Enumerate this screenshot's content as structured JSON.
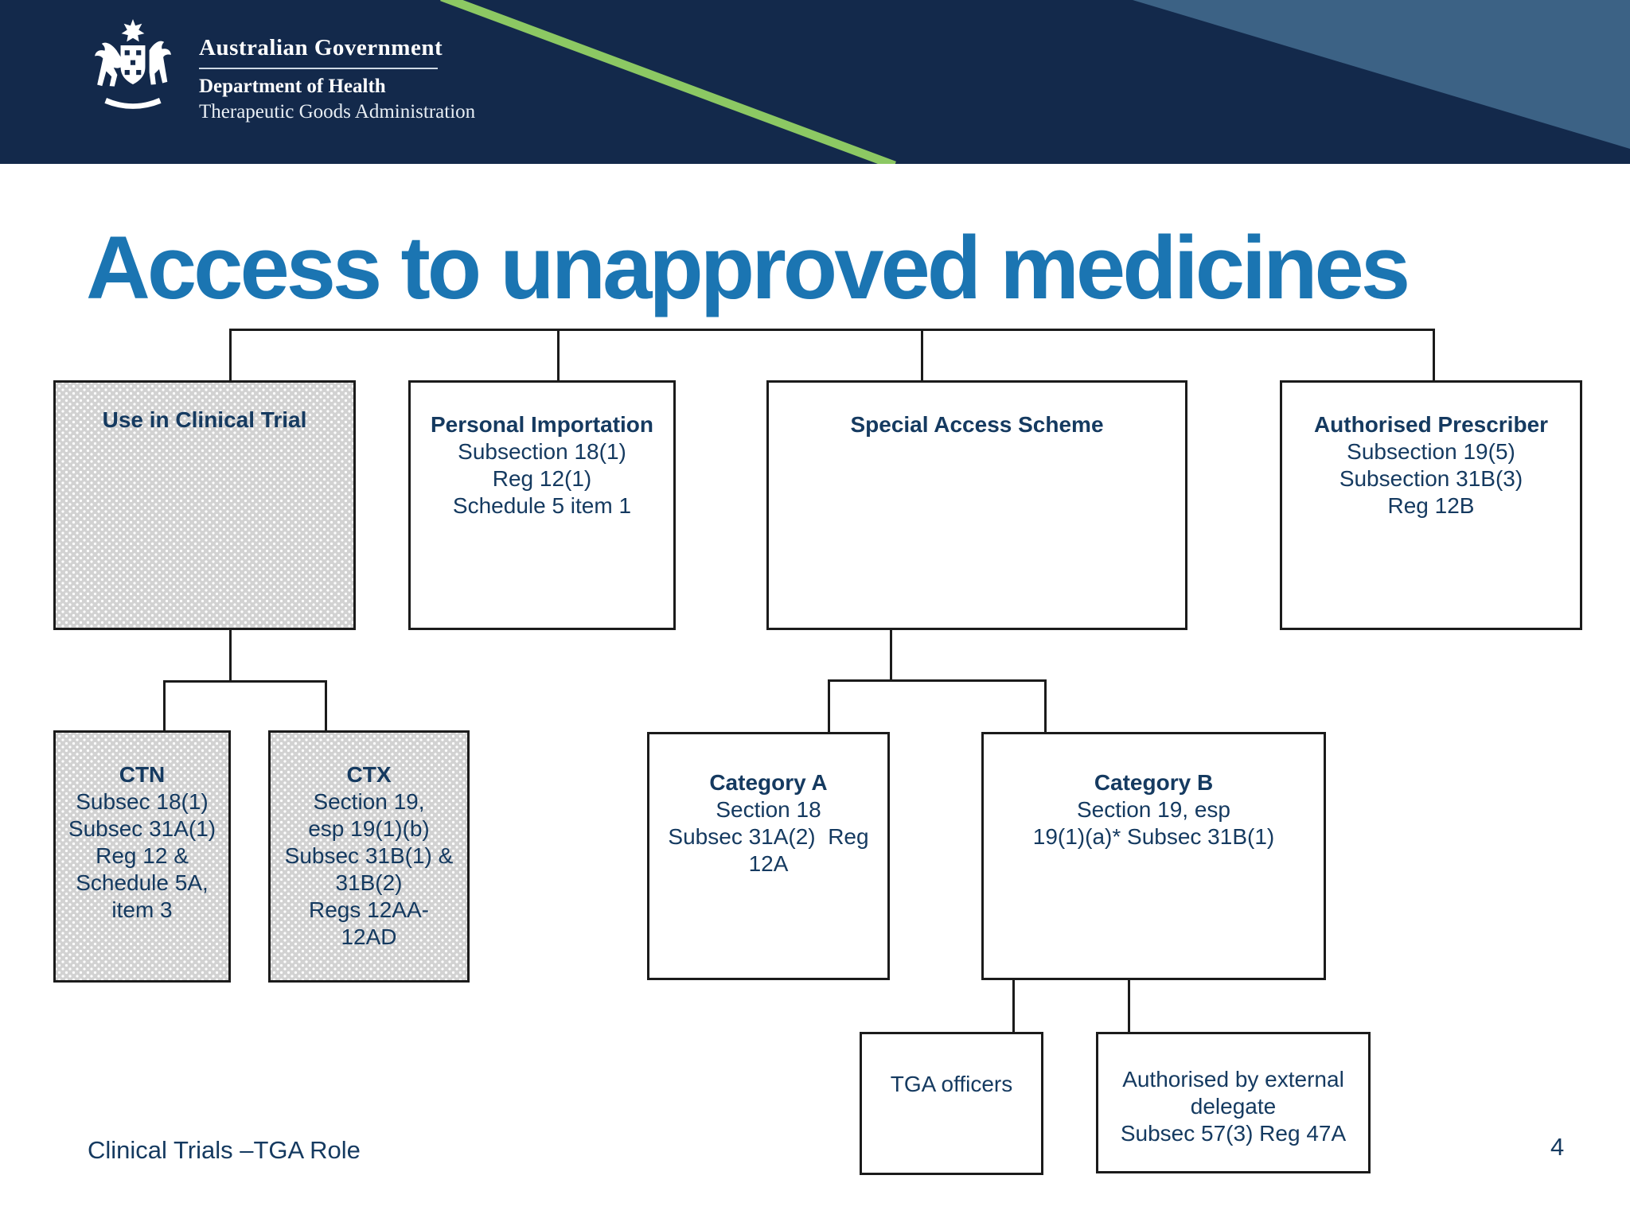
{
  "slide": {
    "header": {
      "crest_icon": "australian-coat-of-arms",
      "org": "Australian Government",
      "department": "Department of Health",
      "agency": "Therapeutic Goods Administration"
    },
    "title": "Access to unapproved medicines",
    "footer": {
      "left_text": "Clinical Trials –TGA Role",
      "page_number": "4"
    }
  },
  "flowchart": {
    "nodes": {
      "use_in_clinical_trial": {
        "title": "Use in Clinical Trial"
      },
      "personal_importation": {
        "title": "Personal Importation",
        "lines": [
          "Subsection 18(1)",
          "Reg 12(1)",
          "Schedule 5 item 1"
        ]
      },
      "special_access_scheme": {
        "title": "Special Access Scheme"
      },
      "authorised_prescriber": {
        "title": "Authorised Prescriber",
        "lines": [
          "Subsection 19(5)",
          "Subsection 31B(3)",
          "Reg 12B"
        ]
      },
      "ctn": {
        "title": "CTN",
        "lines": [
          "Subsec 18(1)",
          "Subsec 31A(1)",
          "Reg 12 &",
          "Schedule 5A,",
          "item 3"
        ]
      },
      "ctx": {
        "title": "CTX",
        "lines": [
          "Section 19,",
          "esp 19(1)(b)",
          "Subsec 31B(1) &",
          "31B(2)",
          "Regs 12AA-",
          "12AD"
        ]
      },
      "category_a": {
        "title": "Category A",
        "lines": [
          "Section 18",
          "Subsec 31A(2)  Reg",
          "12A"
        ]
      },
      "category_b": {
        "title": "Category B",
        "lines": [
          "Section 19, esp",
          "19(1)(a)* Subsec 31B(1)"
        ]
      },
      "tga_officers": {
        "lines": [
          "TGA officers"
        ]
      },
      "external_delegate": {
        "lines": [
          "Authorised by external",
          "delegate",
          "Subsec 57(3) Reg 47A"
        ]
      }
    }
  },
  "colors": {
    "header_navy": "#13294B",
    "header_light_triangle": "#3C6285",
    "accent_green": "#8CC863",
    "title_blue": "#1B75B2",
    "text_navy": "#153A60",
    "line_black": "#1B1B1B",
    "dotted_fill_gray": "#D2D2D2"
  }
}
